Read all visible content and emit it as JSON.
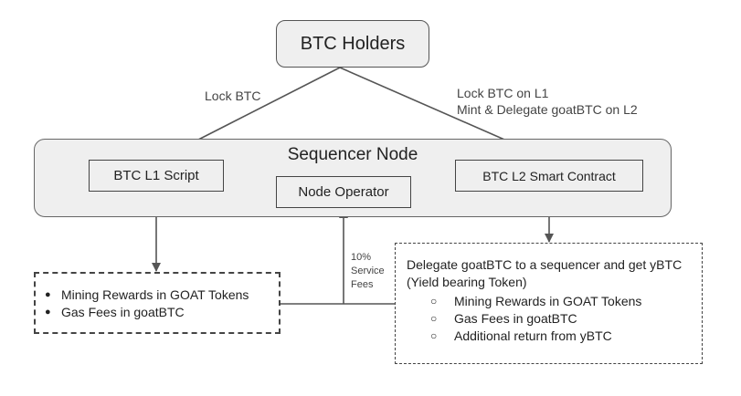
{
  "holders": {
    "label": "BTC Holders"
  },
  "edges": {
    "lock_btc": "Lock BTC",
    "lock_btc_l1": "Lock BTC on L1",
    "mint_delegate": "Mint & Delegate goatBTC on L2",
    "service_fees": [
      "10%",
      "Service",
      "Fees"
    ]
  },
  "sequencer": {
    "title": "Sequencer Node",
    "l1_script": "BTC L1 Script",
    "node_operator": "Node Operator",
    "l2_contract": "BTC L2 Smart Contract"
  },
  "left_rewards": {
    "items": [
      "Mining Rewards in GOAT Tokens",
      "Gas Fees in goatBTC"
    ]
  },
  "right_rewards": {
    "intro": "Delegate goatBTC to a sequencer and get yBTC (Yield bearing Token)",
    "items": [
      "Mining Rewards in GOAT Tokens",
      "Gas Fees in goatBTC",
      "Additional return from yBTC"
    ]
  }
}
